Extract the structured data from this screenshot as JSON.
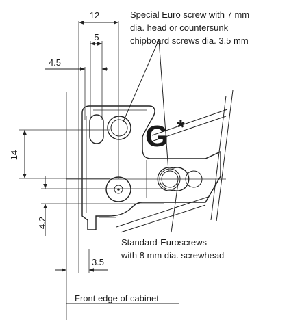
{
  "labels": {
    "special_screw": [
      "Special Euro screw with 7 mm",
      "dia. head or countersunk",
      "chipboard screws dia. 3.5 mm"
    ],
    "standard_screw": [
      "Standard-Euroscrews",
      "with 8 mm dia. screwhead"
    ],
    "front_edge": "Front edge of cabinet"
  },
  "dimensions": {
    "d12": "12",
    "d5": "5",
    "d4_5": "4.5",
    "d14": "14",
    "d4_2": "4.2",
    "d3_5": "3.5"
  },
  "symbol": {
    "letter": "G",
    "mark": "*"
  }
}
